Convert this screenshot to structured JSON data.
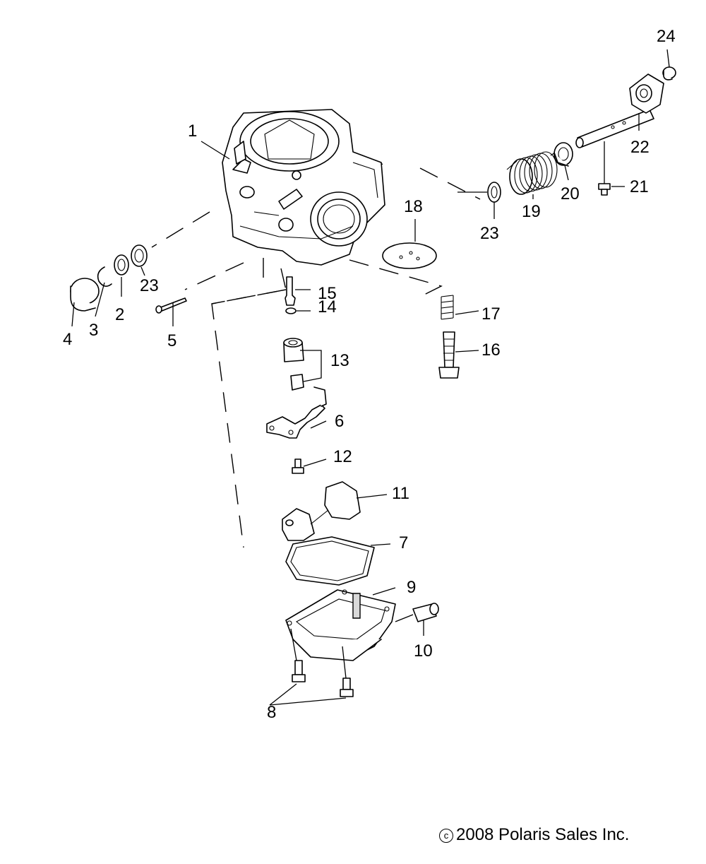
{
  "callouts": {
    "c1": "1",
    "c2": "2",
    "c3": "3",
    "c4": "4",
    "c5": "5",
    "c6": "6",
    "c7": "7",
    "c8": "8",
    "c9": "9",
    "c10": "10",
    "c11": "11",
    "c12": "12",
    "c13": "13",
    "c14": "14",
    "c15": "15",
    "c16": "16",
    "c17": "17",
    "c18": "18",
    "c19": "19",
    "c20": "20",
    "c21": "21",
    "c22": "22",
    "c23a": "23",
    "c23b": "23",
    "c24": "24"
  },
  "copyright": {
    "symbol": "c",
    "text": "2008 Polaris Sales Inc."
  }
}
